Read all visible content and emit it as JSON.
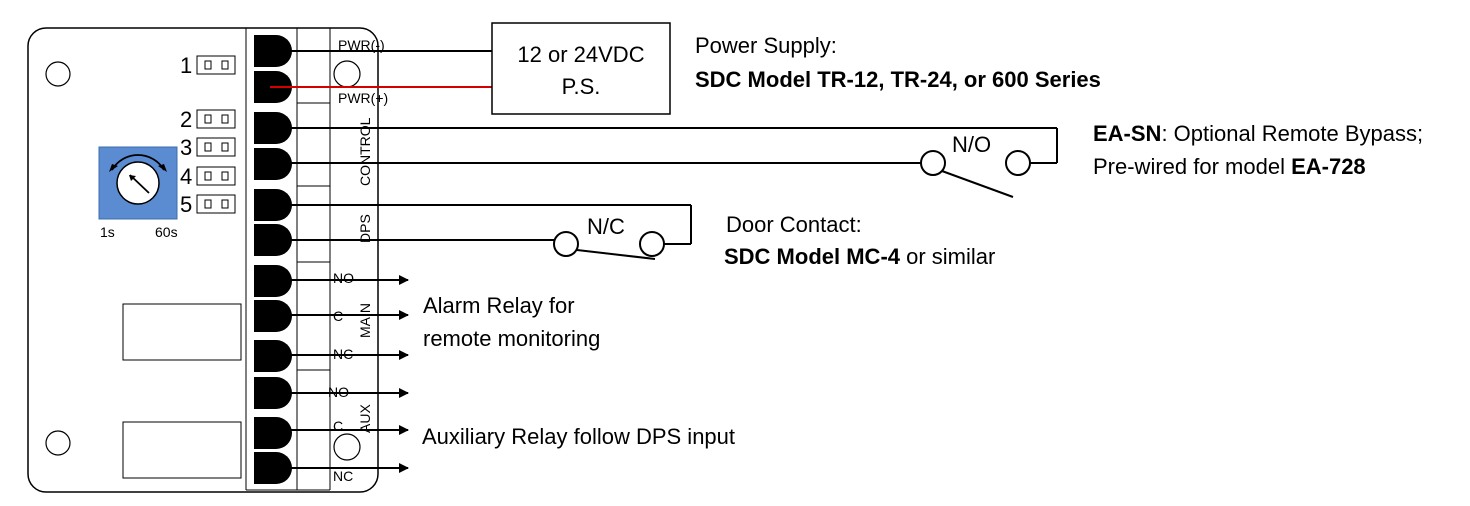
{
  "board": {
    "jumpers": [
      "1",
      "2",
      "3",
      "4",
      "5"
    ],
    "timer": {
      "min_label": "1s",
      "max_label": "60s"
    },
    "terminal_labels": {
      "pwr_neg": "PWR(-)",
      "pwr_pos": "PWR(+)",
      "control": "CONTROL",
      "dps": "DPS",
      "main": "MAIN",
      "aux": "AUX",
      "main_no": "NO",
      "main_c": "C",
      "main_nc": "NC",
      "aux_no": "NO",
      "aux_c": "C",
      "aux_nc": "NC"
    }
  },
  "power_supply": {
    "box_line1": "12 or 24VDC",
    "box_line2": "P.S.",
    "title": "Power Supply:",
    "models": "SDC Model TR-12, TR-24, or 600 Series"
  },
  "remote_bypass": {
    "switch_label": "N/O",
    "line1_bold": "EA-SN",
    "line1_rest": ": Optional Remote Bypass;",
    "line2_rest": "Pre-wired for model ",
    "line2_bold": "EA-728"
  },
  "door_contact": {
    "switch_label": "N/C",
    "title": "Door Contact:",
    "line2_bold": "SDC Model MC-4",
    "line2_rest": " or similar"
  },
  "alarm_relay": {
    "line1": "Alarm Relay for",
    "line2": "remote monitoring"
  },
  "aux_relay": {
    "line1": "Auxiliary Relay follow DPS input"
  },
  "colors": {
    "wire": "#000000",
    "pwr_pos_wire": "#d40000",
    "timer_blue": "#5b8bd0"
  }
}
